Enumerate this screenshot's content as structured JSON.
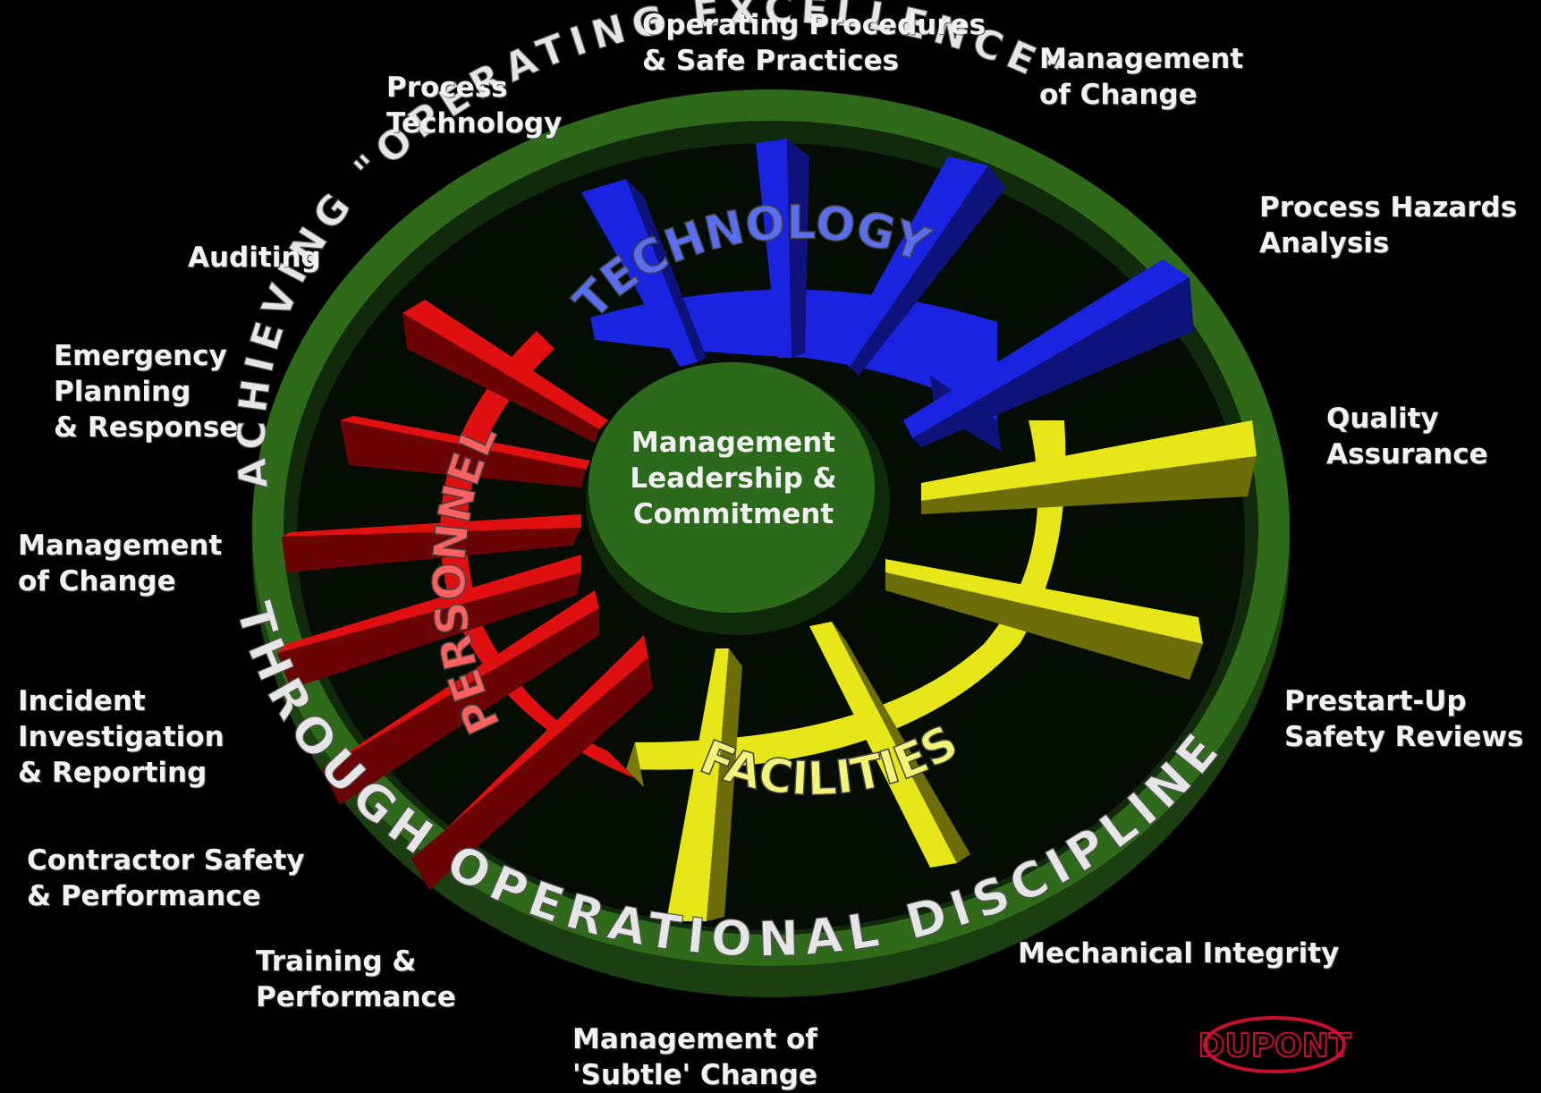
{
  "labels": {
    "operating_procedures": "Operating Procedures\n& Safe Practices",
    "moc_top": "Management\nof Change",
    "process_technology": "Process\nTechnology",
    "process_hazards": "Process Hazards\nAnalysis",
    "auditing": "Auditing",
    "emergency": "Emergency\nPlanning\n& Response",
    "quality": "Quality\nAssurance",
    "moc_left": "Management\nof Change",
    "incident": "Incident\nInvestigation\n& Reporting",
    "prestart": "Prestart-Up\nSafety Reviews",
    "contractor": "Contractor Safety\n& Performance",
    "training": "Training &\nPerformance",
    "mechanical": "Mechanical Integrity",
    "subtle_change": "Management of\n'Subtle' Change"
  },
  "center": {
    "line1": "Management",
    "line2": "Leadership &",
    "line3": "Commitment"
  },
  "segments": {
    "technology": "TECHNOLOGY",
    "personnel": "PERSONNEL",
    "facilities": "FACILITIES"
  },
  "ring": {
    "top": "ACHIEVING \"OPERATING EXCELLENCE\"",
    "bottom": "THROUGH OPERATIONAL DISCIPLINE"
  },
  "logo": "DUPONT",
  "colors": {
    "background": "#000000",
    "ring_green": "#2e6a1a",
    "technology_blue": "#1a23e0",
    "personnel_red": "#e01010",
    "facilities_yellow": "#e6e619",
    "center_green": "#2a6a1a",
    "logo_red": "#c8102e"
  }
}
